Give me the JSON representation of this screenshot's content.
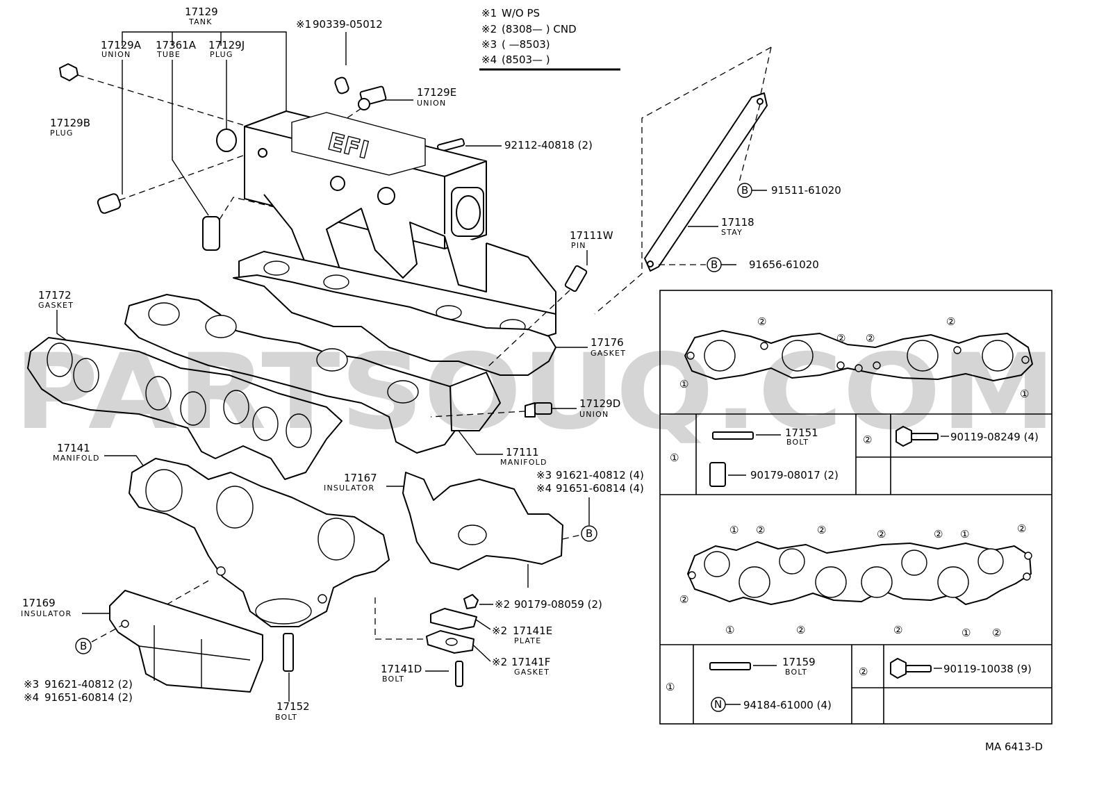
{
  "notes": [
    {
      "mark": "※1",
      "text": "W/O PS"
    },
    {
      "mark": "※2",
      "text": "(8308—        ) CND"
    },
    {
      "mark": "※3",
      "text": "(        —8503)"
    },
    {
      "mark": "※4",
      "text": "(8503—        )"
    }
  ],
  "parts": {
    "tank": {
      "num": "17129",
      "name": "TANK"
    },
    "union_a": {
      "num": "17129A",
      "name": "UNION"
    },
    "tube": {
      "num": "17361A",
      "name": "TUBE"
    },
    "plug_j": {
      "num": "17129J",
      "name": "PLUG"
    },
    "bolt_90339": {
      "mark": "※1",
      "num": "90339-05012"
    },
    "plug_b": {
      "num": "17129B",
      "name": "PLUG"
    },
    "union_e": {
      "num": "17129E",
      "name": "UNION"
    },
    "stud_92112": {
      "num": "92112-40818 (2)"
    },
    "bolt_91511": {
      "circle": "B",
      "num": "91511-61020"
    },
    "stay": {
      "num": "17118",
      "name": "STAY"
    },
    "bolt_91656": {
      "circle": "B",
      "num": "91656-61020"
    },
    "pin": {
      "num": "17111W",
      "name": "PIN"
    },
    "gasket_17172": {
      "num": "17172",
      "name": "GASKET"
    },
    "gasket_17176": {
      "num": "17176",
      "name": "GASKET"
    },
    "union_d": {
      "num": "17129D",
      "name": "UNION"
    },
    "manifold_17111": {
      "num": "17111",
      "name": "MANIFOLD"
    },
    "manifold_17141": {
      "num": "17141",
      "name": "MANIFOLD"
    },
    "insulator_17167": {
      "num": "17167",
      "name": "INSULATOR"
    },
    "nut_91621_a": {
      "mark": "※3",
      "num": "91621-40812 (4)"
    },
    "nut_91651_a": {
      "mark": "※4",
      "num": "91651-60814 (4)"
    },
    "circle_b_insul": {
      "circle": "B"
    },
    "insulator_17169": {
      "num": "17169",
      "name": "INSULATOR"
    },
    "circle_b_lower": {
      "circle": "B"
    },
    "nut_91621_b": {
      "mark": "※3",
      "num": "91621-40812 (2)"
    },
    "nut_91651_b": {
      "mark": "※4",
      "num": "91651-60814 (2)"
    },
    "nut_90179": {
      "mark": "※2",
      "num": "90179-08059 (2)"
    },
    "plate": {
      "mark": "※2",
      "num": "17141E",
      "name": "PLATE"
    },
    "gasket_17141f": {
      "mark": "※2",
      "num": "17141F",
      "name": "GASKET"
    },
    "bolt_17141d": {
      "num": "17141D",
      "name": "BOLT"
    },
    "stud_17152": {
      "num": "17152",
      "name": "BOLT"
    }
  },
  "legend_upper": {
    "gasket_labels": [
      "①",
      "②",
      "②",
      "②",
      "②",
      "①"
    ],
    "row_label": "①",
    "bolt": {
      "num": "17151",
      "name": "BOLT"
    },
    "washer": {
      "num": "90179-08017 (2)"
    },
    "right_label": "②",
    "right_bolt": {
      "num": "90119-08249 (4)"
    }
  },
  "legend_lower": {
    "gasket_labels_top": [
      "①",
      "②",
      "②",
      "②",
      "②",
      "①",
      "②"
    ],
    "gasket_labels_bottom": [
      "①",
      "②",
      "②",
      "①",
      "②"
    ],
    "left_label": "②",
    "row_label": "①",
    "bolt": {
      "num": "17159",
      "name": "BOLT"
    },
    "nut": {
      "circle": "N",
      "num": "94184-61000 (4)"
    },
    "right_label": "②",
    "right_bolt": {
      "num": "90119-10038 (9)"
    }
  },
  "diagram_code": "MA  6413-D",
  "watermark": "PARTSOUQ.COM"
}
